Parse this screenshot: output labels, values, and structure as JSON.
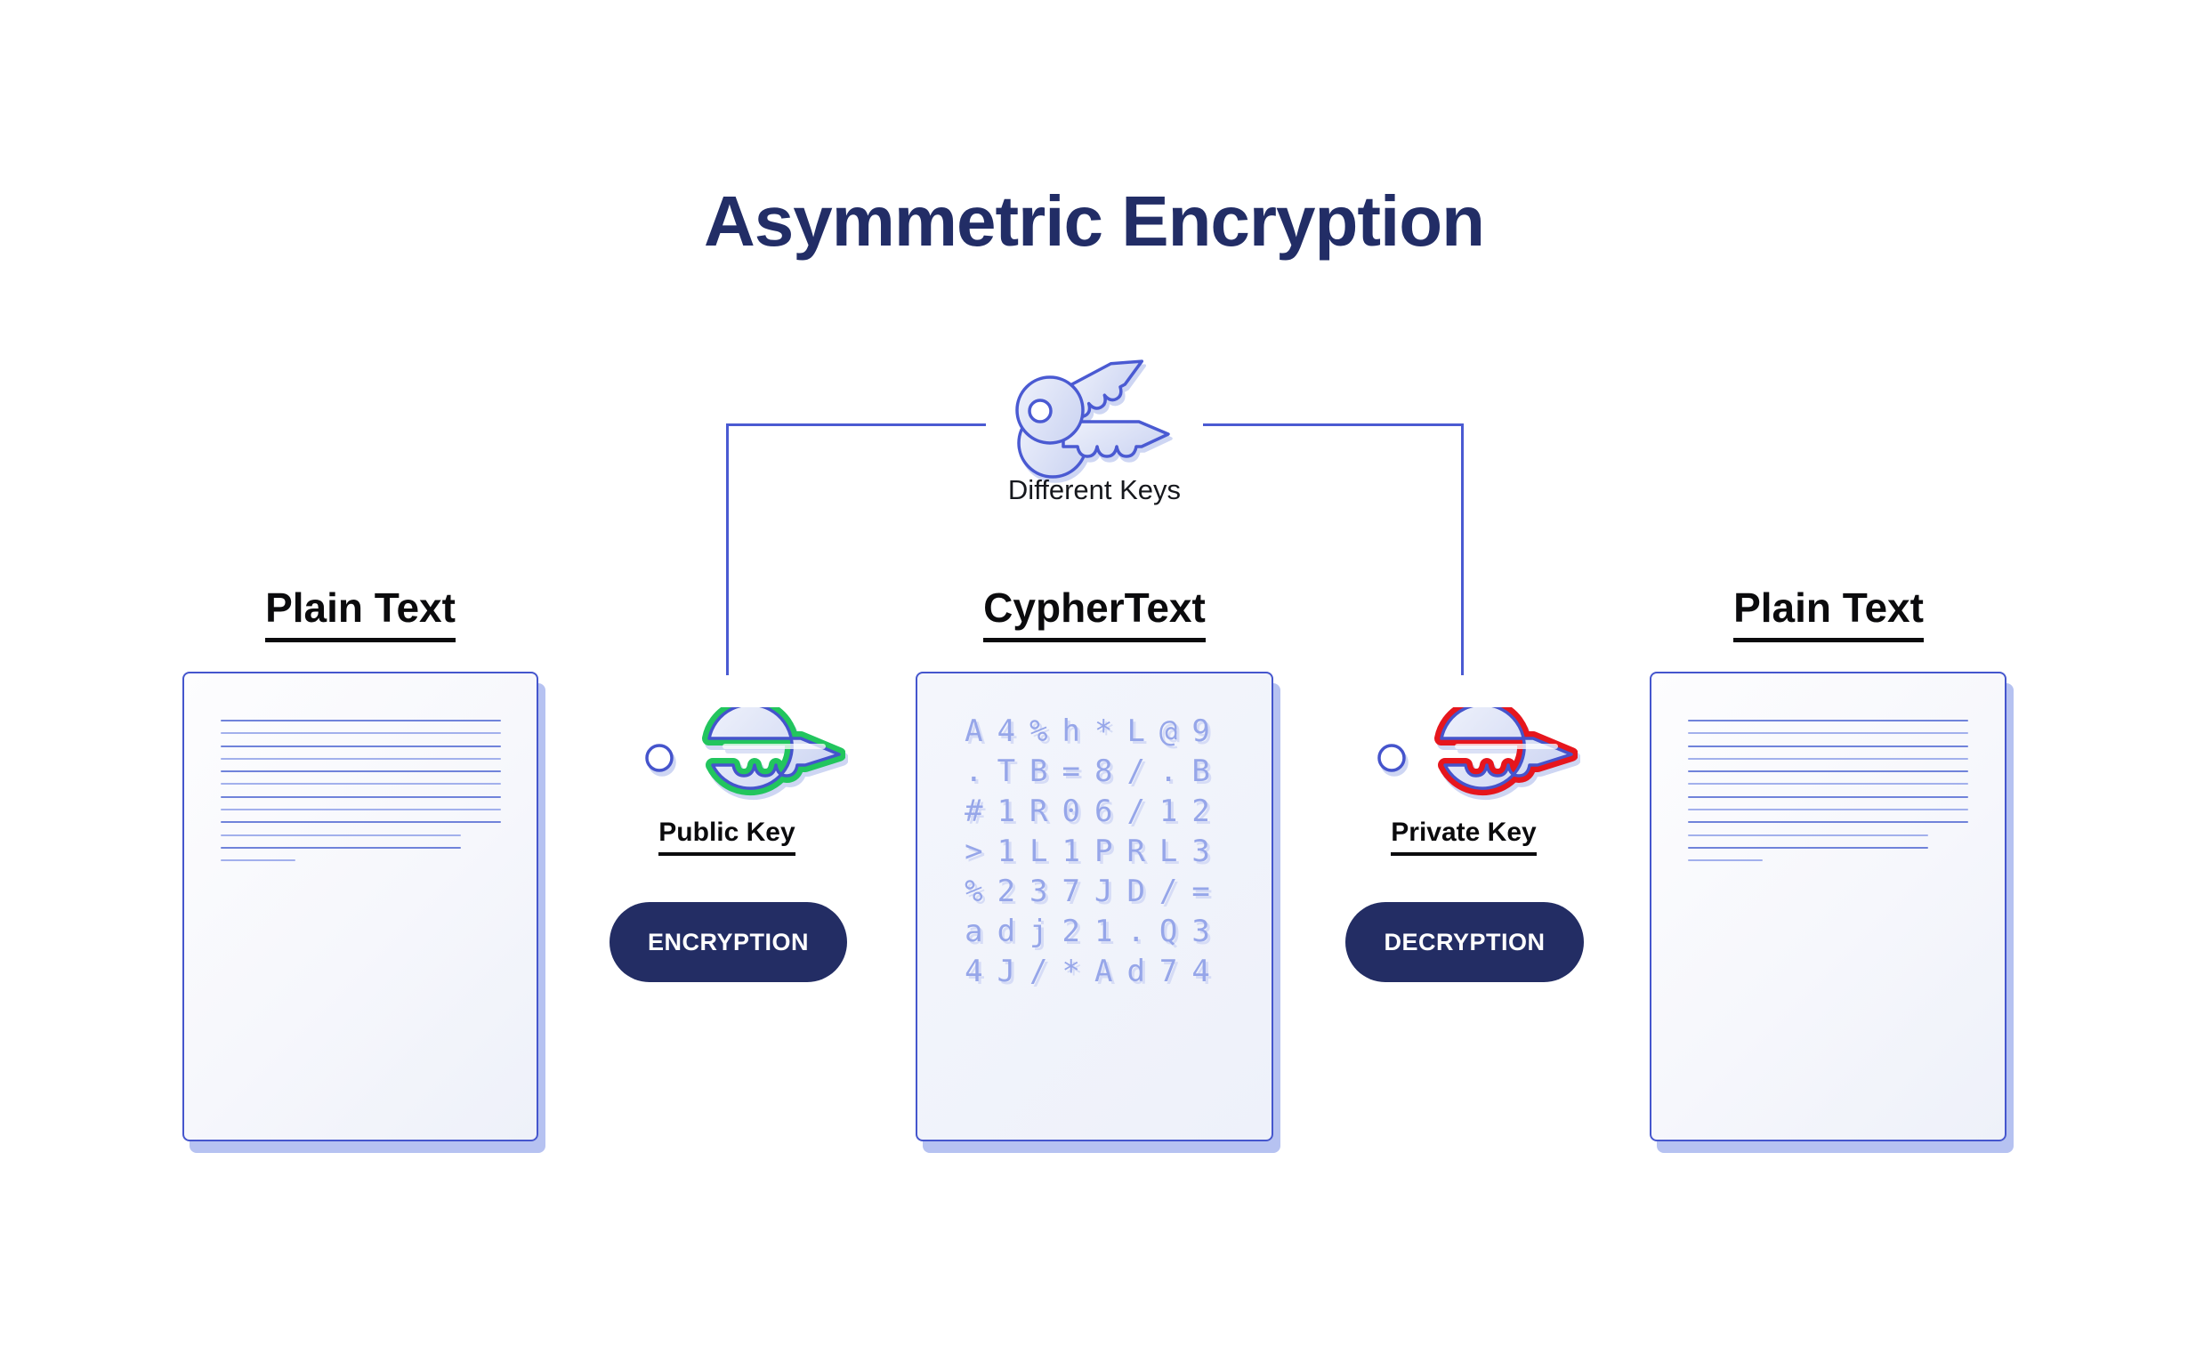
{
  "title": "Asymmetric Encryption",
  "different_keys": {
    "label": "Different Keys"
  },
  "columns": {
    "left": {
      "heading": "Plain Text"
    },
    "center": {
      "heading": "CypherText"
    },
    "right": {
      "heading": "Plain Text"
    }
  },
  "public_key": {
    "label": "Public Key",
    "button_label": "ENCRYPTION",
    "ring_color": "#22c55e"
  },
  "private_key": {
    "label": "Private Key",
    "button_label": "DECRYPTION",
    "ring_color": "#e6161d"
  },
  "cypher_text": {
    "lines": [
      "A4%h*L@9",
      ".TB=8/.B",
      "#1R06/12",
      ">1L1PRL3",
      "%237JD/=",
      "adj21.Q3",
      "4J/*Ad74"
    ]
  },
  "documents": {
    "line_widths": [
      315,
      315,
      315,
      315,
      315,
      315,
      315,
      315,
      315,
      270,
      270,
      84
    ]
  },
  "colors": {
    "navy": "#232d64",
    "blue_line": "#4a5ad2",
    "card_border": "#4556cd",
    "card_shadow": "#b6c2f1",
    "cypher_text": "#96a6e9",
    "doc_line_dark": "#7083da",
    "doc_line_light": "#a2b0ec",
    "key_green": "#22c55e",
    "key_red": "#e6161d"
  }
}
